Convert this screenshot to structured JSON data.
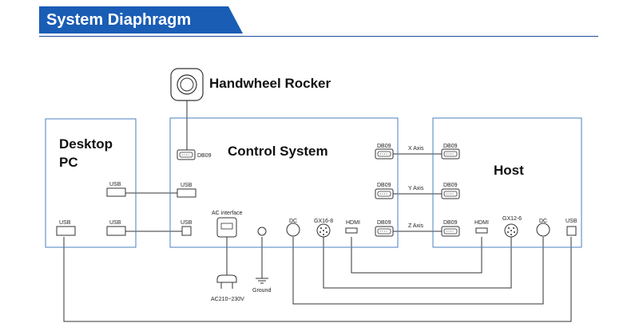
{
  "header": {
    "title": "System Diaphragm"
  },
  "colors": {
    "header_blue": "#1a5db5",
    "box_border": "#4a7fc0",
    "line": "#333333"
  },
  "handwheel": {
    "label": "Handwheel Rocker"
  },
  "desktop_pc": {
    "title_line1": "Desktop",
    "title_line2": "PC",
    "usb_top": "USB",
    "usb_bottom_left": "USB",
    "usb_bottom_right": "USB"
  },
  "control_system": {
    "title": "Control System",
    "db09_handwheel": "DB09",
    "usb_top": "USB",
    "usb_bottom": "USB",
    "ac_interface": "AC interface",
    "ac_voltage": "AC210~230V",
    "ground": "Ground",
    "dc": "DC",
    "gx16": "GX16-8",
    "hdmi": "HDMI",
    "db09_x": "DB09",
    "db09_y": "DB09",
    "db09_z": "DB09"
  },
  "axes": {
    "x": "X Axis",
    "y": "Y Axis",
    "z": "Z Axis"
  },
  "host": {
    "title": "Host",
    "db09_x": "DB09",
    "db09_y": "DB09",
    "db09_z": "DB09",
    "hdmi": "HDMI",
    "gx12": "GX12-6",
    "dc": "DC",
    "usb": "USB"
  }
}
